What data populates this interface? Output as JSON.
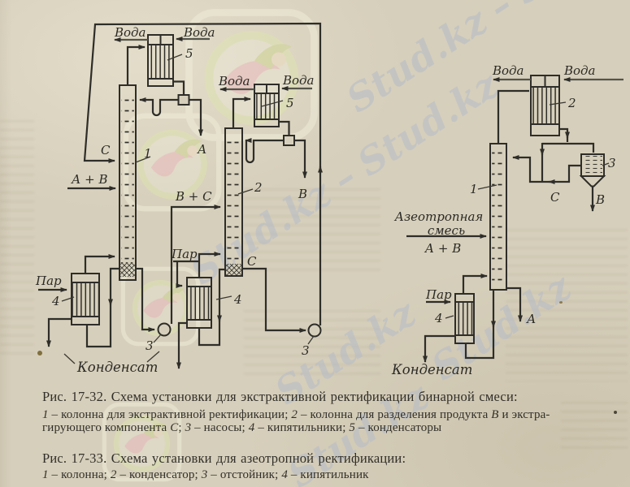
{
  "watermark": {
    "text": "Stud.kz",
    "separator": "–",
    "color": "#b5bcc8"
  },
  "labels": {
    "water": "Вода",
    "steam": "Пар",
    "condensate": "Конденсат",
    "feed_ab": "А + В",
    "stream_bc": "В + С",
    "component_c": "С",
    "product_a": "А",
    "product_b": "В",
    "azeotrope_l1": "Азеотропная",
    "azeotrope_l2": "смесь",
    "azeotrope_l3": "А + В",
    "n1": "1",
    "n2": "2",
    "n3": "3",
    "n4": "4",
    "n5": "5"
  },
  "fig_17_32": {
    "title": "Рис. 17-32. Схема установки для экстрактивной ректификации бинарной смеси:",
    "legend_line1_segments": [
      {
        "t": "1",
        "i": 1
      },
      {
        "t": " – колонна для экстрактивной ректификации; "
      },
      {
        "t": "2",
        "i": 1
      },
      {
        "t": " – колонна для разделения продукта "
      },
      {
        "t": "В",
        "i": 1
      },
      {
        "t": " и экстра-"
      }
    ],
    "legend_line2_segments": [
      {
        "t": "гирующего компонента "
      },
      {
        "t": "С",
        "i": 1
      },
      {
        "t": "; "
      },
      {
        "t": "3",
        "i": 1
      },
      {
        "t": " – насосы; "
      },
      {
        "t": "4",
        "i": 1
      },
      {
        "t": " – кипятильники; "
      },
      {
        "t": "5",
        "i": 1
      },
      {
        "t": " – конденсаторы"
      }
    ]
  },
  "fig_17_33": {
    "title": "Рис. 17-33. Схема установки для азеотропной ректификации:",
    "legend_segments": [
      {
        "t": "1",
        "i": 1
      },
      {
        "t": " – колонна; "
      },
      {
        "t": "2",
        "i": 1
      },
      {
        "t": " – конденсатор; "
      },
      {
        "t": "3",
        "i": 1
      },
      {
        "t": " – отстойник; "
      },
      {
        "t": "4",
        "i": 1
      },
      {
        "t": " – кипятильник"
      }
    ]
  }
}
